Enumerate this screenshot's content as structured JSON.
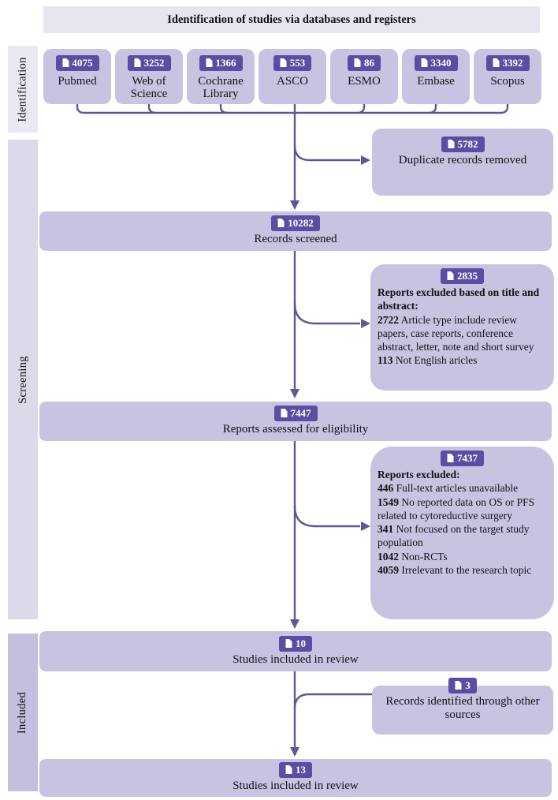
{
  "header": {
    "title": "Identification of studies via databases and registers"
  },
  "phases": {
    "identification": "Identification",
    "screening": "Screening",
    "included": "Included"
  },
  "databases": [
    {
      "name": "Pubmed",
      "count": "4075"
    },
    {
      "name": "Web of Science",
      "count": "3252"
    },
    {
      "name": "Cochrane Library",
      "count": "1366"
    },
    {
      "name": "ASCO",
      "count": "553"
    },
    {
      "name": "ESMO",
      "count": "86"
    },
    {
      "name": "Embase",
      "count": "3340"
    },
    {
      "name": "Scopus",
      "count": "3392"
    }
  ],
  "flow": {
    "duplicates": {
      "count": "5782",
      "label": "Duplicate records removed"
    },
    "records_screened": {
      "count": "10282",
      "label": "Records screened"
    },
    "excluded_title_abstract": {
      "count": "2835",
      "heading": "Reports excluded based on title and abstract:",
      "reasons": [
        {
          "num": "2722",
          "text": "Article type include review papers, case reports, conference abstract, letter,  note and short survey"
        },
        {
          "num": "113",
          "text": "Not English aricles"
        }
      ]
    },
    "reports_assessed": {
      "count": "7447",
      "label": "Reports assessed for eligibility"
    },
    "reports_excluded": {
      "count": "7437",
      "heading": "Reports excluded:",
      "reasons": [
        {
          "num": "446",
          "text": "Full-text articles unavailable"
        },
        {
          "num": "1549",
          "text": "No reported data on OS or PFS related to cytoreductive surgery"
        },
        {
          "num": "341",
          "text": "Not focused on the target study population"
        },
        {
          "num": "1042",
          "text": "Non-RCTs"
        },
        {
          "num": "4059",
          "text": "Irrelevant to the research topic"
        }
      ]
    },
    "studies_included": {
      "count": "10",
      "label": "Studies included in review"
    },
    "other_sources": {
      "count": "3",
      "label": "Records identified through other sources"
    },
    "final_included": {
      "count": "13",
      "label": "Studies included in review"
    }
  },
  "colors": {
    "badge_bg": "#5B4EA2",
    "box_fill": "#C9C3E2",
    "line": "#615597",
    "header_bg": "#E7E5EF",
    "bar_identification": "#EAE8F2",
    "bar_screening": "#DDD9E9",
    "bar_included": "#C5BEDE"
  }
}
